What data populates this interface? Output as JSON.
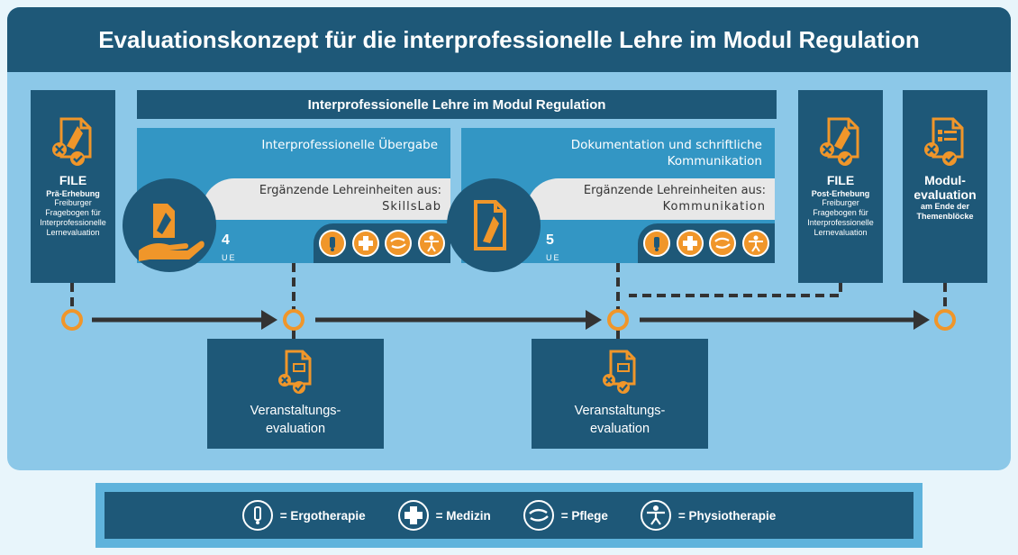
{
  "title": "Evaluationskonzept für die interprofessionelle Lehre im Modul Regulation",
  "file_pre": {
    "title": "FILE",
    "subtitle": "Prä-Erhebung",
    "description": "Freiburger Fragebogen für Interprofessionelle Lernevaluation",
    "icon": "document-check-icon"
  },
  "file_post": {
    "title": "FILE",
    "subtitle": "Post-Erhebung",
    "description": "Freiburger Fragebogen für Interprofessionelle Lernevaluation",
    "icon": "document-check-icon"
  },
  "module_eval": {
    "title": "Modul-\nevaluation",
    "description": "am Ende der Themenblöcke",
    "icon": "checklist-icon"
  },
  "module_header": "Interprofessionelle Lehre im Modul Regulation",
  "cards": [
    {
      "title": "Interprofessionelle Übergabe",
      "supp_label": "Ergänzende Lehreinheiten aus:",
      "supp_value": "SkillsLab",
      "ue_number": "4",
      "ue_label": "UE",
      "icon": "hand-document-icon"
    },
    {
      "title": "Dokumentation und schriftliche\nKommunikation",
      "supp_label": "Ergänzende Lehreinheiten aus:",
      "supp_value": "Kommunikation",
      "ue_number": "5",
      "ue_label": "UE",
      "icon": "document-icon"
    }
  ],
  "evaluations": [
    {
      "text": "Veranstaltungs-\nevaluation",
      "icon": "document-check-icon"
    },
    {
      "text": "Veranstaltungs-\nevaluation",
      "icon": "document-check-icon"
    }
  ],
  "legend": [
    {
      "icon": "ergotherapie-icon",
      "label": "= Ergotherapie"
    },
    {
      "icon": "medizin-cross-icon",
      "label": "= Medizin"
    },
    {
      "icon": "pflege-hands-icon",
      "label": "= Pflege"
    },
    {
      "icon": "physiotherapie-figure-icon",
      "label": "= Physiotherapie"
    }
  ],
  "colors": {
    "dark": "#1e5878",
    "medium": "#3396c4",
    "light": "#8cc8e8",
    "accent": "#f0962a",
    "arrow": "#333333"
  }
}
